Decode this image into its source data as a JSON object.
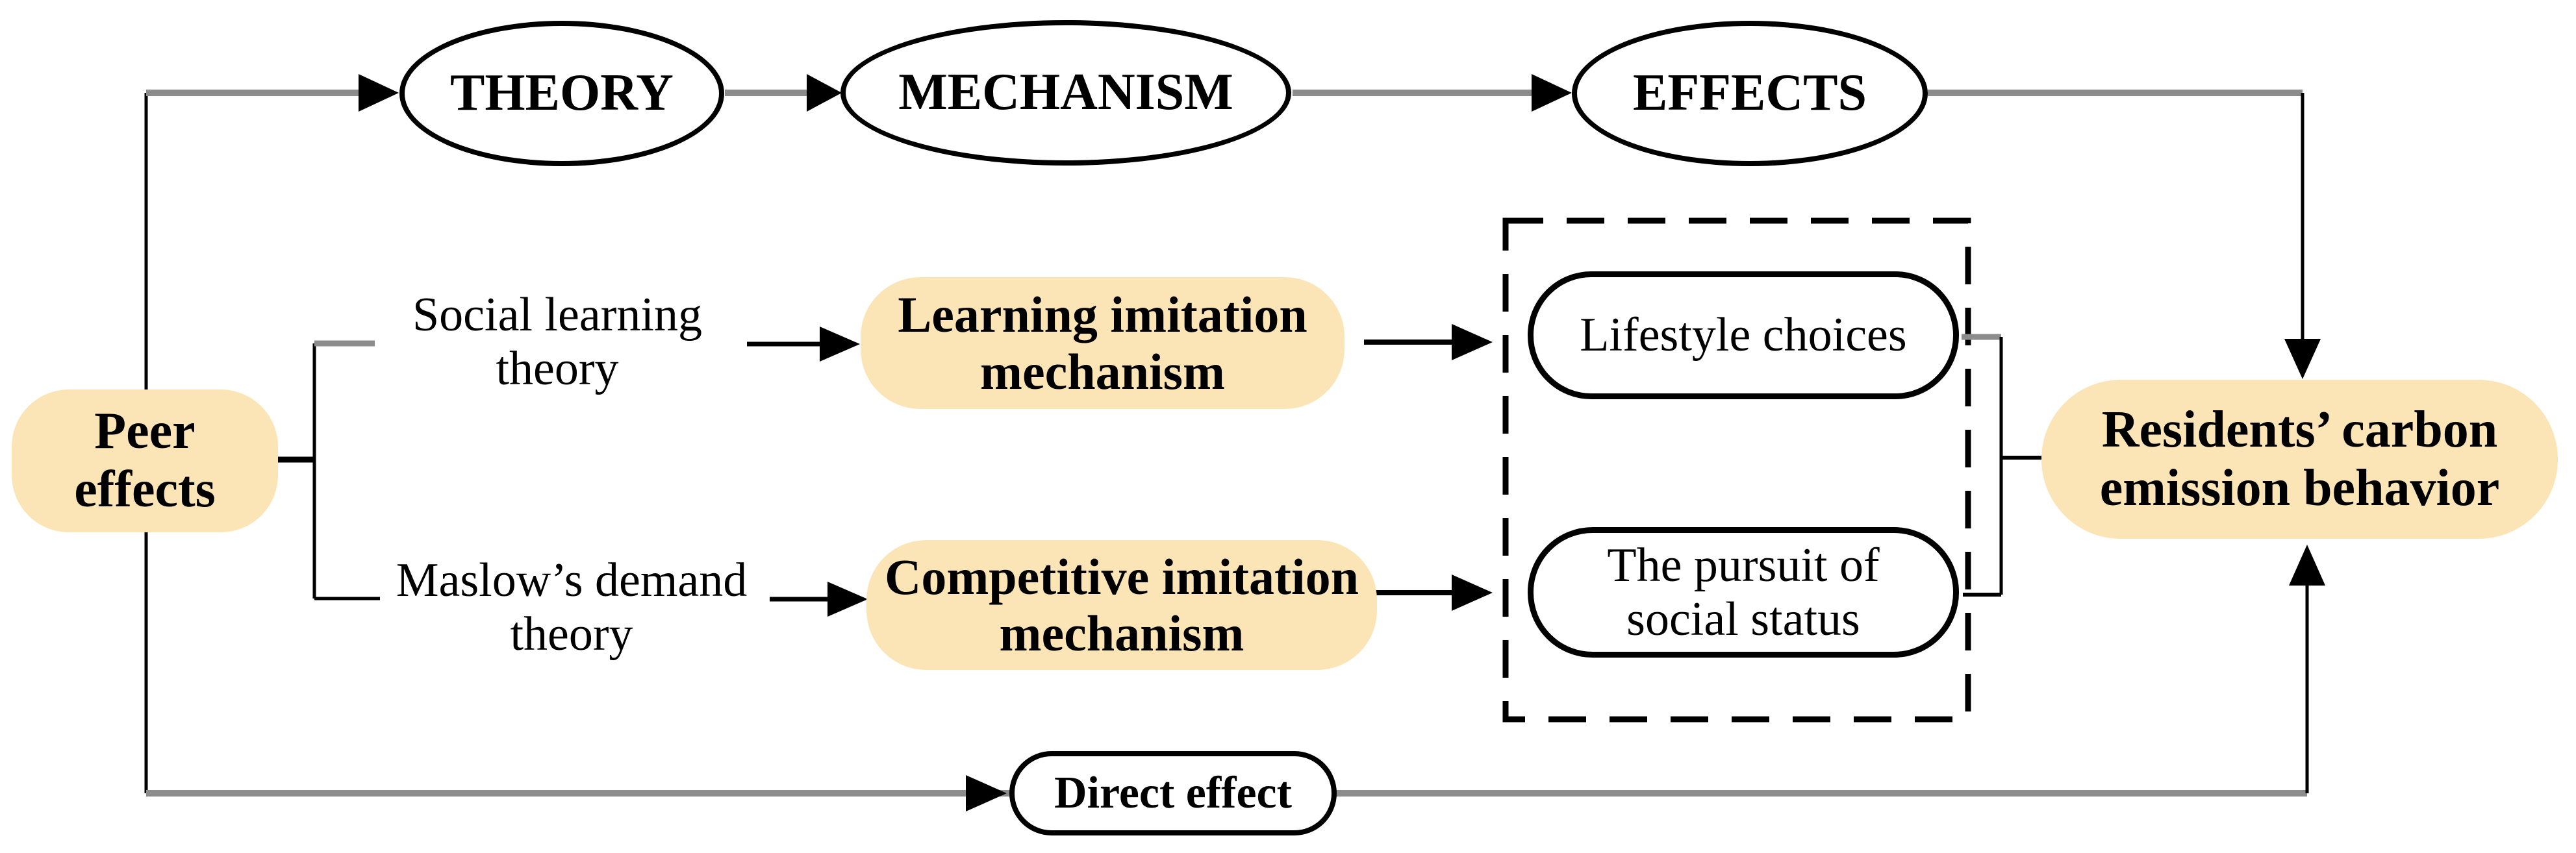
{
  "colors": {
    "box_fill": "#FBE5B6",
    "line_gray": "#8C8C8C",
    "ink": "#000000"
  },
  "header": {
    "nodes": [
      {
        "label": "THEORY"
      },
      {
        "label": "MECHANISM"
      },
      {
        "label": "EFFECTS"
      }
    ]
  },
  "peer": {
    "label": "Peer\neffects"
  },
  "theories": [
    {
      "label": "Social learning\ntheory"
    },
    {
      "label": "Maslow’s demand\ntheory"
    }
  ],
  "mechanisms": [
    {
      "label": "Learning imitation\nmechanism"
    },
    {
      "label": "Competitive imitation\nmechanism"
    }
  ],
  "effects_group": {
    "items": [
      {
        "label": "Lifestyle choices"
      },
      {
        "label": "The pursuit of\nsocial status"
      }
    ]
  },
  "outcome": {
    "label": "Residents’ carbon\nemission behavior"
  },
  "direct": {
    "label": "Direct effect"
  }
}
